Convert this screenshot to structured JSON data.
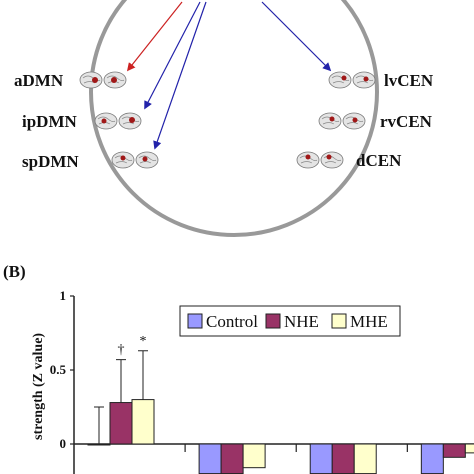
{
  "panel_b_label": "(B)",
  "networks": {
    "left": [
      "aDMN",
      "ipDMN",
      "spDMN"
    ],
    "right": [
      "lvCEN",
      "rvCEN",
      "dCEN"
    ]
  },
  "colors": {
    "control": "#9999ff",
    "nhe": "#993366",
    "mhe": "#ffffcc",
    "arrow_red": "#cc2222",
    "arrow_blue": "#2222aa",
    "ring": "#999999"
  },
  "chart_data": {
    "type": "bar",
    "ylabel": "strength (Z value)",
    "y_ticks": [
      "1",
      "0.5",
      "0"
    ],
    "ylim": [
      -0.2,
      1
    ],
    "legend_position": "top-right",
    "series": [
      {
        "name": "Control",
        "values": [
          0.0,
          -0.2,
          -0.2,
          -0.2
        ],
        "errors": [
          0.25,
          0,
          0,
          0
        ]
      },
      {
        "name": "NHE",
        "values": [
          0.28,
          -0.2,
          -0.2,
          -0.09
        ],
        "errors": [
          0.29,
          0,
          0,
          0
        ]
      },
      {
        "name": "MHE",
        "values": [
          0.3,
          -0.16,
          -0.2,
          -0.06
        ],
        "errors": [
          0.33,
          0,
          0,
          0
        ]
      }
    ],
    "annotations": [
      {
        "series": "NHE",
        "group": 0,
        "text": "†"
      },
      {
        "series": "MHE",
        "group": 0,
        "text": "*"
      }
    ]
  }
}
